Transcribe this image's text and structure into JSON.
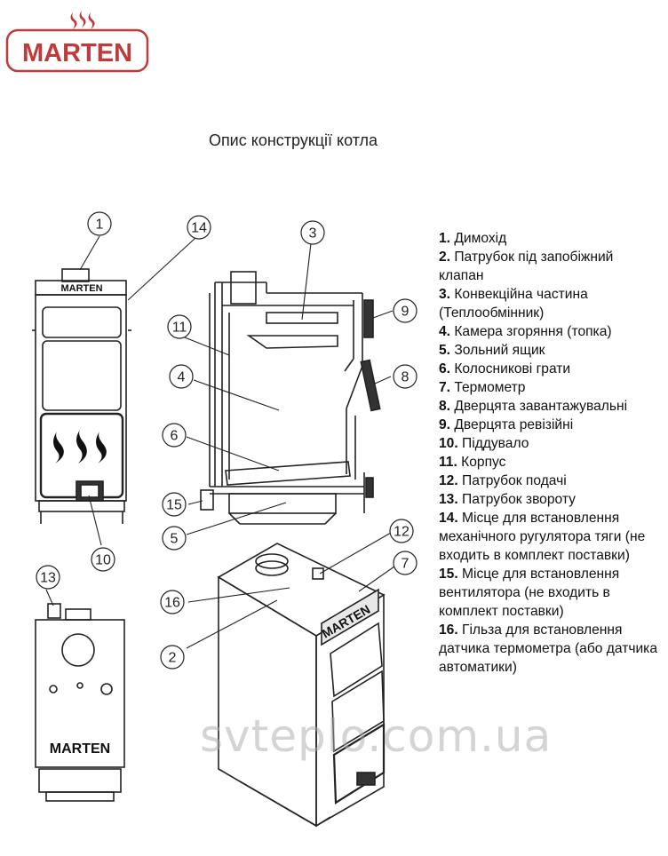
{
  "logo": {
    "text": "MARTEN",
    "color": "#c0393b"
  },
  "title": "Опис конструкції котла",
  "callouts": [
    "1",
    "14",
    "3",
    "9",
    "11",
    "4",
    "8",
    "6",
    "15",
    "5",
    "10",
    "12",
    "7",
    "13",
    "16",
    "2"
  ],
  "legend": [
    {
      "num": "1.",
      "text": "Димохід"
    },
    {
      "num": "2.",
      "text": "Патрубок під запобіжний клапан"
    },
    {
      "num": "3.",
      "text": "Конвекційна частина (Теплообмінник)"
    },
    {
      "num": "4.",
      "text": "Камера згоряння (топка)"
    },
    {
      "num": "5.",
      "text": "Зольний ящик"
    },
    {
      "num": "6.",
      "text": "Колосникові грати"
    },
    {
      "num": "7.",
      "text": "Термометр"
    },
    {
      "num": "8.",
      "text": "Дверцята завантажувальні"
    },
    {
      "num": "9.",
      "text": "Дверцята ревізійні"
    },
    {
      "num": "10.",
      "text": "Піддувало"
    },
    {
      "num": "11.",
      "text": "Корпус"
    },
    {
      "num": "12.",
      "text": "Патрубок подачі"
    },
    {
      "num": "13.",
      "text": "Патрубок звороту"
    },
    {
      "num": "14.",
      "text": "Місце для встановлення механічного ругулятора тяги (не входить в комплект поставки)"
    },
    {
      "num": "15.",
      "text": "Місце для встановлення вентилятора (не входить в комплект поставки)"
    },
    {
      "num": "16.",
      "text": "Гільза для встановлення датчика термометра (або датчика автоматики)"
    }
  ],
  "watermark": "svteplo.com.ua",
  "nameplate": "MARTEN"
}
